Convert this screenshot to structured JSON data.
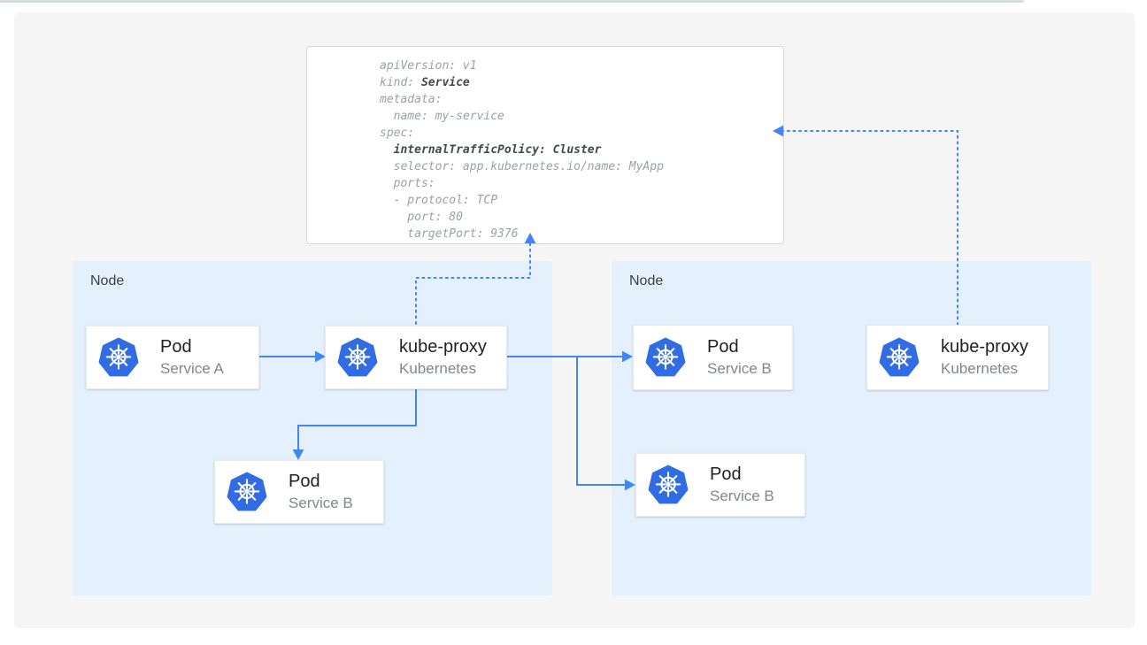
{
  "colors": {
    "accent_blue": "#4285f4",
    "node_background": "#e4f1fc",
    "kubernetes_blue": "#326ce5",
    "panel_background": "#f5f5f6",
    "code_text": "#9aa0a6",
    "code_bold_text": "#44484c",
    "card_title_text": "#202124",
    "card_subtitle_text": "#80868b"
  },
  "code_panel": {
    "lines": [
      {
        "pre": "apiVersion: v1",
        "bold": ""
      },
      {
        "pre": "kind: ",
        "bold": "Service"
      },
      {
        "pre": "metadata:",
        "bold": ""
      },
      {
        "pre": "  name: my-service",
        "bold": ""
      },
      {
        "pre": "spec:",
        "bold": ""
      },
      {
        "pre": "  ",
        "bold": "internalTrafficPolicy: Cluster"
      },
      {
        "pre": "  selector: app.kubernetes.io/name: MyApp",
        "bold": ""
      },
      {
        "pre": "  ports:",
        "bold": ""
      },
      {
        "pre": "  - protocol: TCP",
        "bold": ""
      },
      {
        "pre": "    port: 80",
        "bold": ""
      },
      {
        "pre": "    targetPort: 9376",
        "bold": ""
      }
    ]
  },
  "nodes": [
    {
      "label": "Node",
      "cards": [
        {
          "title": "Pod",
          "subtitle": "Service A"
        },
        {
          "title": "kube-proxy",
          "subtitle": "Kubernetes"
        },
        {
          "title": "Pod",
          "subtitle": "Service B"
        }
      ]
    },
    {
      "label": "Node",
      "cards": [
        {
          "title": "Pod",
          "subtitle": "Service B"
        },
        {
          "title": "Pod",
          "subtitle": "Service B"
        },
        {
          "title": "kube-proxy",
          "subtitle": "Kubernetes"
        }
      ]
    }
  ]
}
